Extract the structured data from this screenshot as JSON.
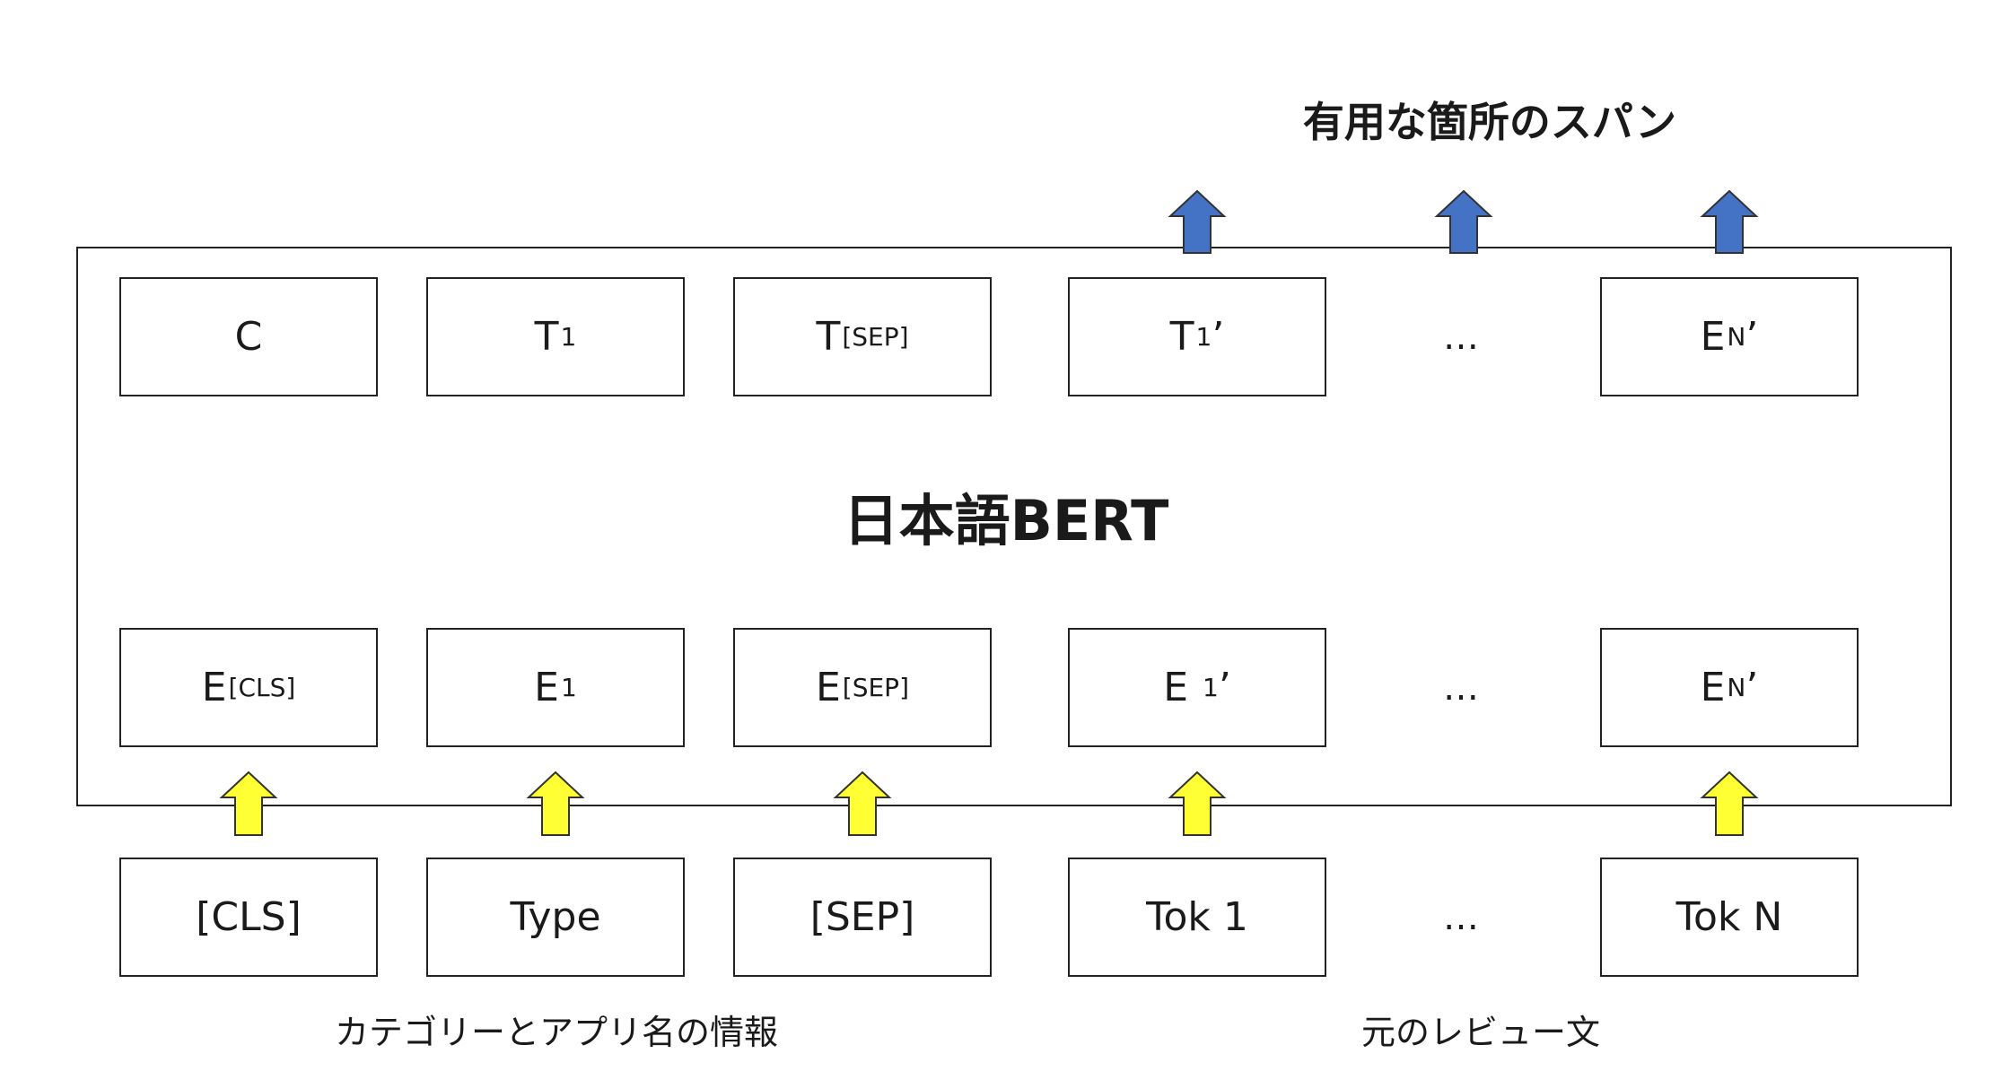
{
  "title": "日本語BERT",
  "output_label": "有用な箇所のスパン",
  "output_row": {
    "c": "C",
    "t1_main": "T",
    "t1_sub": "1",
    "tsep_main": "T",
    "tsep_sub": "[SEP]",
    "t1p_main": "T",
    "t1p_sub": "1",
    "t1p_prime": "’",
    "dots": "…",
    "en_main": "E",
    "en_sub": "N",
    "en_prime": "’"
  },
  "embedding_row": {
    "ecls_main": "E",
    "ecls_sub": "[CLS]",
    "e1_main": "E",
    "e1_sub": "1",
    "esep_main": "E",
    "esep_sub": "[SEP]",
    "e1p_main": "E ",
    "e1p_sub": "1",
    "e1p_prime": "’",
    "dots": "…",
    "en_main": "E",
    "en_sub": "N",
    "en_prime": "’"
  },
  "input_row": {
    "cls": "[CLS]",
    "type": "Type",
    "sep": "[SEP]",
    "tok1": "Tok 1",
    "dots": "…",
    "tokn": "Tok N"
  },
  "captions": {
    "left": "カテゴリーとアプリ名の情報",
    "right": "元のレビュー文"
  },
  "colors": {
    "output_arrow": "#4472C4",
    "input_arrow": "#FFFF33"
  }
}
